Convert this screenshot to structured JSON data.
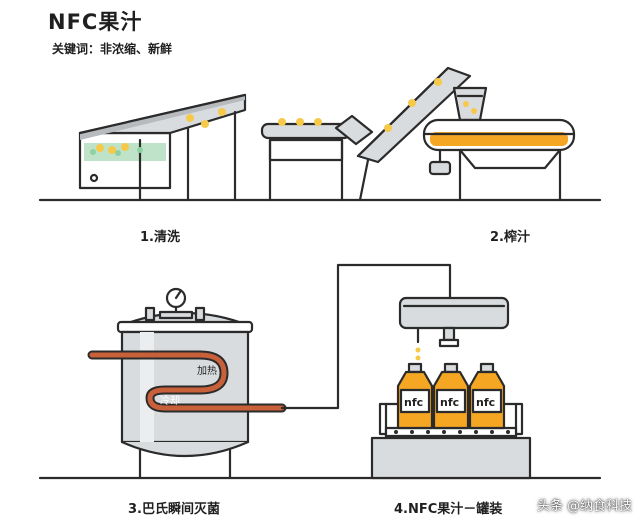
{
  "title": "NFC果汁",
  "subtitle": "关键词：非浓缩、新鲜",
  "steps": [
    {
      "label": "1.清洗"
    },
    {
      "label": "2.榨汁"
    },
    {
      "label": "3.巴氏瞬间灭菌"
    },
    {
      "label": "4.NFC果汁－罐装"
    }
  ],
  "pipe_labels": {
    "heat": "加热",
    "cool": "冷却"
  },
  "bottle_label": "nfc",
  "watermark": "头条 @纳食科技",
  "colors": {
    "outline": "#2b2b2b",
    "steel": "#d9dcde",
    "steel_dark": "#b7bbbe",
    "juice": "#f5a623",
    "juice_light": "#f7c94a",
    "pipe": "#c8603a",
    "water": "#bfe3c8"
  }
}
